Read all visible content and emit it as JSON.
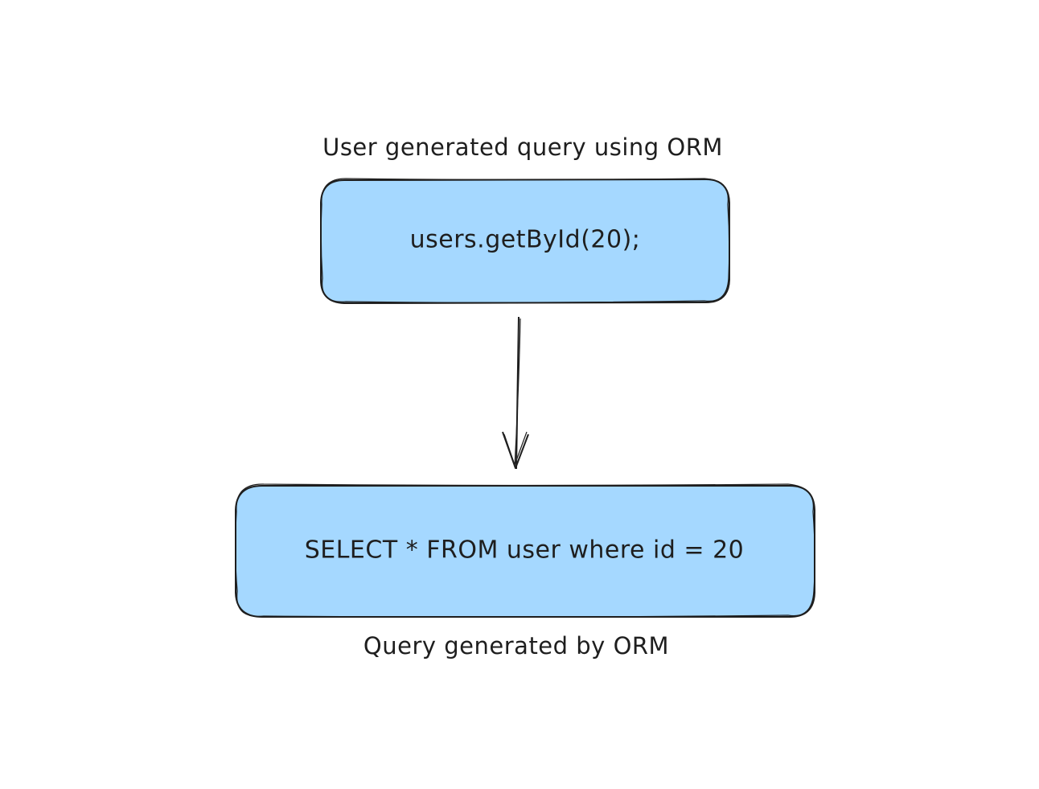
{
  "diagram": {
    "top_label": "User generated query using ORM",
    "top_box_text": "users.getById(20);",
    "bottom_box_text": "SELECT * FROM user where id = 20",
    "bottom_label": "Query generated by ORM"
  },
  "colors": {
    "box_fill": "#a5d8ff",
    "stroke": "#1e1e1e",
    "background": "#ffffff"
  }
}
